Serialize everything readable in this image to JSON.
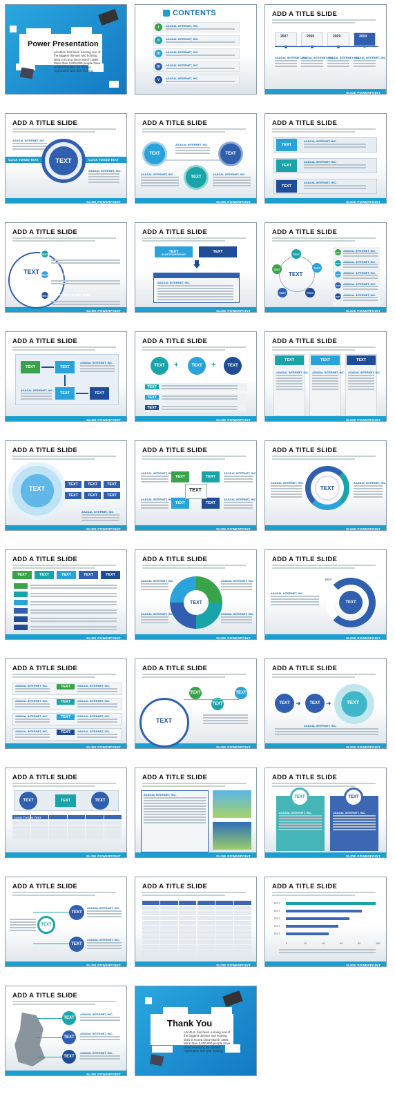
{
  "cover": {
    "title": "Power Presentation",
    "body": "ASADAL has been running one of the biggest domain and hosting sites in Korea since March 1998. More than 3,000,000 people have visited ASADAL for domain registration and web hosting."
  },
  "contents": {
    "title": "CONTENTS",
    "items": [
      {
        "num": "I",
        "label": "ASADAL INTERNET, INC."
      },
      {
        "num": "II",
        "label": "ASADAL INTERNET, INC."
      },
      {
        "num": "III",
        "label": "ASADAL INTERNET, INC."
      },
      {
        "num": "IV",
        "label": "ASADAL INTERNET, INC."
      },
      {
        "num": "V",
        "label": "ASADAL INTERNET, INC."
      }
    ]
  },
  "slide_title": "ADD A TITLE SLIDE",
  "footer": "SLIDE POWERPOINT",
  "text": "TEXT",
  "company": "ASADAL INTERNET, INC.",
  "click": "CLICK TO ADD TEXT",
  "click_short": "CLICK TOADD TEXT",
  "years": [
    "2007",
    "2008",
    "2009",
    "2010"
  ],
  "thanks": {
    "title": "Thank You",
    "body": "ASADAL has been running one of the biggest domain and hosting sites in Korea since March 1998. More than 3,000,000 people have visited ASADAL for domain registration and web hosting."
  },
  "chart_axis": [
    "0",
    "20",
    "40",
    "60",
    "80",
    "100"
  ],
  "colors": {
    "accent": "#1a9fcf",
    "navy": "#2f5fae",
    "teal": "#1aa3a8",
    "green": "#39a349"
  }
}
